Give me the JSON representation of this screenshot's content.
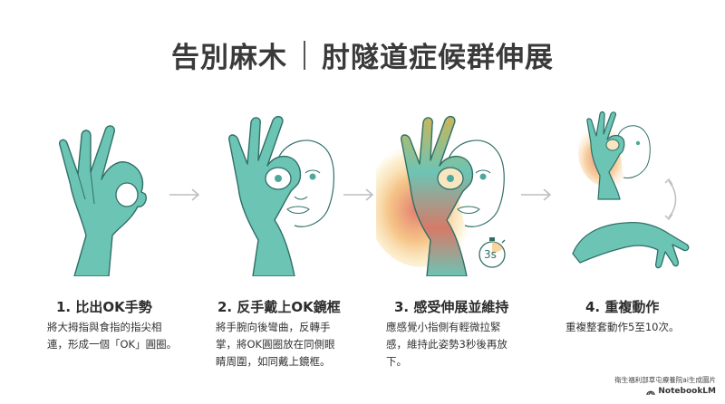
{
  "title": {
    "left": "告別麻木",
    "right": "肘隧道症候群伸展"
  },
  "colors": {
    "hand_teal": "#6cc4b4",
    "hand_outline": "#2f6f67",
    "heat_red": "#e07060",
    "heat_orange": "#f2b060",
    "heat_yellow": "#f7d98a",
    "arrow_gray": "#bdbdbd",
    "text_dark": "#2b2b2b"
  },
  "steps": [
    {
      "number": "1.",
      "heading": "1. 比出OK手勢",
      "body_lines": [
        "將大拇指與食指的指尖相",
        "連，形成一個「OK」圓圈。"
      ],
      "illustration": "ok-hand-gesture"
    },
    {
      "number": "2.",
      "heading": "2. 反手戴上OK鏡框",
      "body_lines": [
        "將手腕向後彎曲，反轉手",
        "掌，將OK圓圈放在同側眼",
        "睛周圍，如同戴上鏡框。"
      ],
      "illustration": "hand-over-eye-face"
    },
    {
      "number": "3.",
      "heading": "3. 感受伸展並維持",
      "body_lines": [
        "應感覺小指側有輕微拉緊",
        "感，維持此姿勢3秒後再放",
        "下。"
      ],
      "illustration": "stretch-heat-face",
      "timer_label": "3s"
    },
    {
      "number": "4.",
      "heading": "4. 重複動作",
      "body_lines": [
        "重複整套動作5至10次。"
      ],
      "illustration": "repeat-cycle"
    }
  ],
  "credit": {
    "line1": "衛生福利部草屯療養院ai生成圖片",
    "brand": "NotebookLM"
  }
}
